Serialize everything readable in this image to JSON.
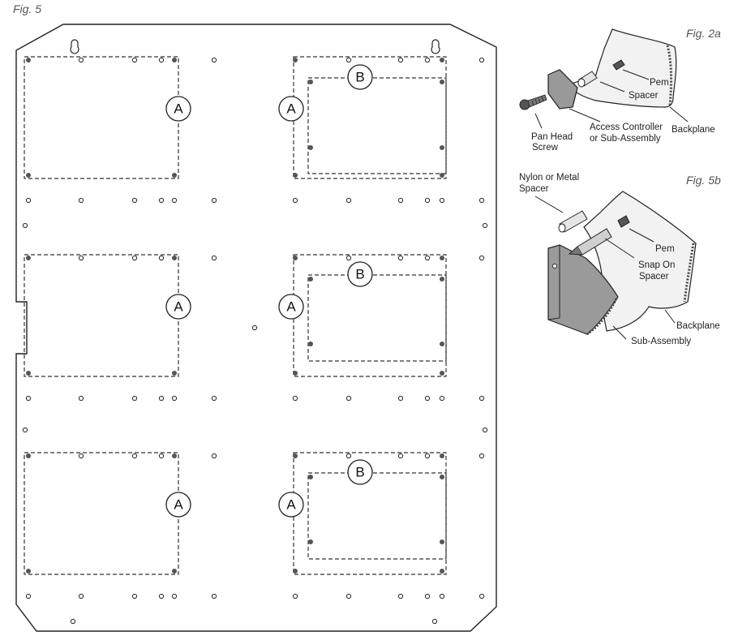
{
  "figures": {
    "fig5": "Fig. 5",
    "fig2a": "Fig. 2a",
    "fig5b": "Fig. 5b"
  },
  "backplane_letters": {
    "a": "A",
    "b": "B"
  },
  "fig2a_callouts": {
    "pem": "Pem",
    "spacer": "Spacer",
    "pan_head_line1": "Pan Head",
    "pan_head_line2": "Screw",
    "access_line1": "Access Controller",
    "access_line2": "or Sub-Assembly",
    "backplane": "Backplane"
  },
  "fig5b_callouts": {
    "nylon_line1": "Nylon or Metal",
    "nylon_line2": "Spacer",
    "pem": "Pem",
    "snap_line1": "Snap On",
    "snap_line2": "Spacer",
    "backplane": "Backplane",
    "subassembly": "Sub-Assembly"
  }
}
